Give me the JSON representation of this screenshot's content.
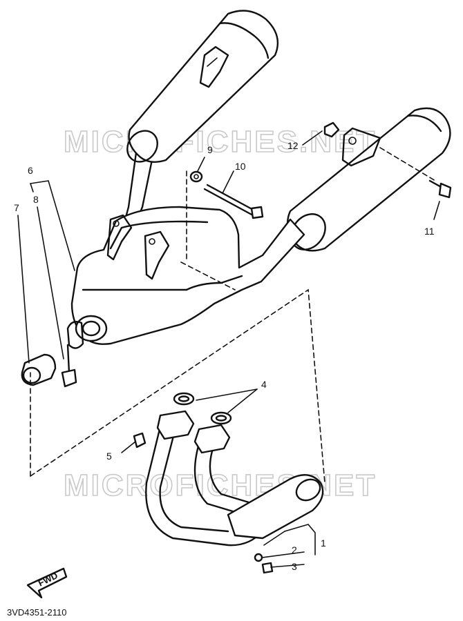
{
  "watermark": {
    "top": "MICROFICHES.NET",
    "bottom": "MICROFICHES.NET"
  },
  "callouts": [
    {
      "id": "1",
      "label": "1"
    },
    {
      "id": "2",
      "label": "2"
    },
    {
      "id": "3",
      "label": "3"
    },
    {
      "id": "4",
      "label": "4"
    },
    {
      "id": "5",
      "label": "5"
    },
    {
      "id": "6",
      "label": "6"
    },
    {
      "id": "7",
      "label": "7"
    },
    {
      "id": "8",
      "label": "8"
    },
    {
      "id": "9",
      "label": "9"
    },
    {
      "id": "10",
      "label": "10"
    },
    {
      "id": "11",
      "label": "11"
    },
    {
      "id": "12",
      "label": "12"
    }
  ],
  "direction_arrow": "FWD",
  "diagram_code": "3VD4351-2110",
  "colors": {
    "ink": "#111111",
    "watermark": "#c9c9c9",
    "background": "#ffffff"
  }
}
